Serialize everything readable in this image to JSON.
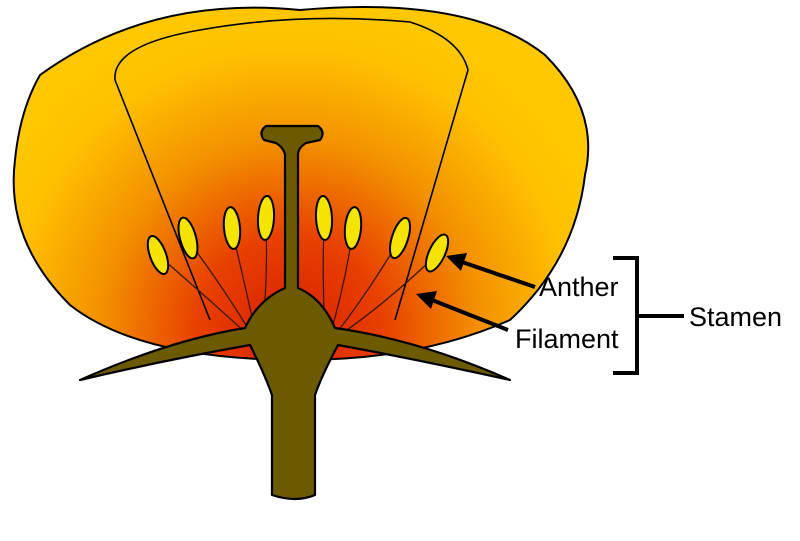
{
  "labels": {
    "anther": "Anther",
    "filament": "Filament",
    "stamen": "Stamen"
  },
  "colors": {
    "petal_outer": "#FFC400",
    "petal_mid": "#F39200",
    "petal_inner": "#E02E00",
    "anther_fill": "#F5E400",
    "pistil_fill": "#6B5A00",
    "outline": "#000000"
  }
}
